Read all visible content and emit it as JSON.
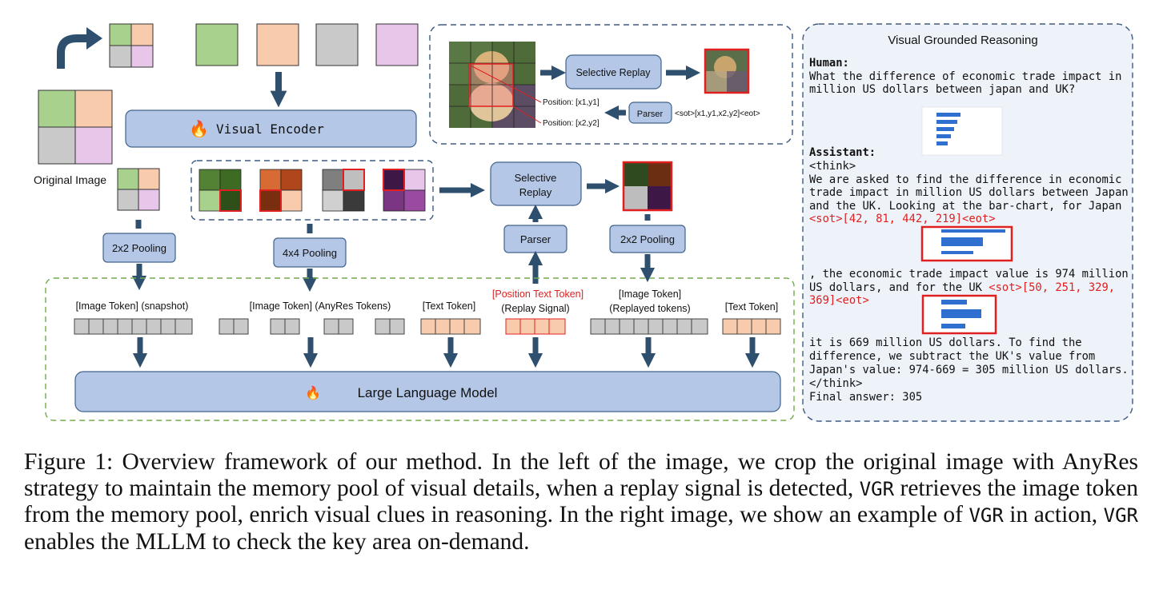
{
  "figure": {
    "pipeline": {
      "visual_encoder": "Visual Encoder",
      "original_image_label": "Original Image",
      "llm_label": "Large Language Model",
      "pooling_2x2_left": "2x2 Pooling",
      "pooling_4x4": "4x4 Pooling",
      "parser": "Parser",
      "selective_replay_line1": "Selective",
      "selective_replay_line2": "Replay",
      "pooling_2x2_right": "2x2 Pooling",
      "fire_icon": "fire-icon"
    },
    "inset": {
      "selective_replay": "Selective Replay",
      "parser": "Parser",
      "position1": "Position: [x1,y1]",
      "position2": "Position: [x2,y2]",
      "token_format": "<sot>[x1,y1,x2,y2]<eot>"
    },
    "tokens": {
      "snapshot": "[Image Token] (snapshot)",
      "anyres": "[Image Token] (AnyRes Tokens)",
      "text1": "[Text  Token]",
      "position_text": "[Position Text Token]",
      "replay_signal": "(Replay  Signal)",
      "replayed_line1": "[Image Token]",
      "replayed_line2": "(Replayed tokens)",
      "text2": "[Text Token]"
    },
    "reasoning": {
      "title": "Visual Grounded Reasoning",
      "human_label": "Human:",
      "question_1": "What the difference of economic trade impact in",
      "question_2": "million US dollars between japan and UK?",
      "assistant_label": "Assistant:",
      "think_open": "<think>",
      "p1_1": "We are asked to find the difference in economic",
      "p1_2": "trade impact in million US dollars between Japan",
      "p1_3": "and the UK. Looking at the bar-chart, for Japan",
      "ref1": "<sot>[42, 81, 442, 219]<eot>",
      "p2_1": ", the economic trade impact value is 974 million",
      "p2_2a": "US dollars, and for the UK ",
      "ref2a": "<sot>[50, 251, 329,",
      "ref2b": "369]<eot>",
      "p3_1": "it is 669 million US dollars. To find the",
      "p3_2": "difference, we subtract the UK's value from",
      "p3_3": "Japan's value: 974-669 = 305 million US dollars.",
      "think_close": "</think>",
      "final": "Final answer: 305"
    }
  },
  "caption": {
    "prefix": "Figure 1: Overview framework of our method. In the left of the image, we crop the original image with AnyRes strategy to maintain the memory pool of visual details, when a replay signal is detected, ",
    "vgr1": "VGR",
    "middle": " retrieves the image token from the memory pool, enrich visual clues in reasoning. In the right image, we show an example of ",
    "vgr2": "VGR",
    "middle2": " in action, ",
    "vgr3": "VGR",
    "suffix": " enables the MLLM to check the key area on-demand."
  },
  "colors": {
    "box_fill": "#b4c7e7",
    "box_stroke": "#41638c",
    "arrow": "#2e4f6e",
    "green": "#a9d18e",
    "orange": "#f8cbad",
    "gray": "#c9c9c9",
    "pink": "#e7c6ea",
    "red": "#e02020"
  }
}
